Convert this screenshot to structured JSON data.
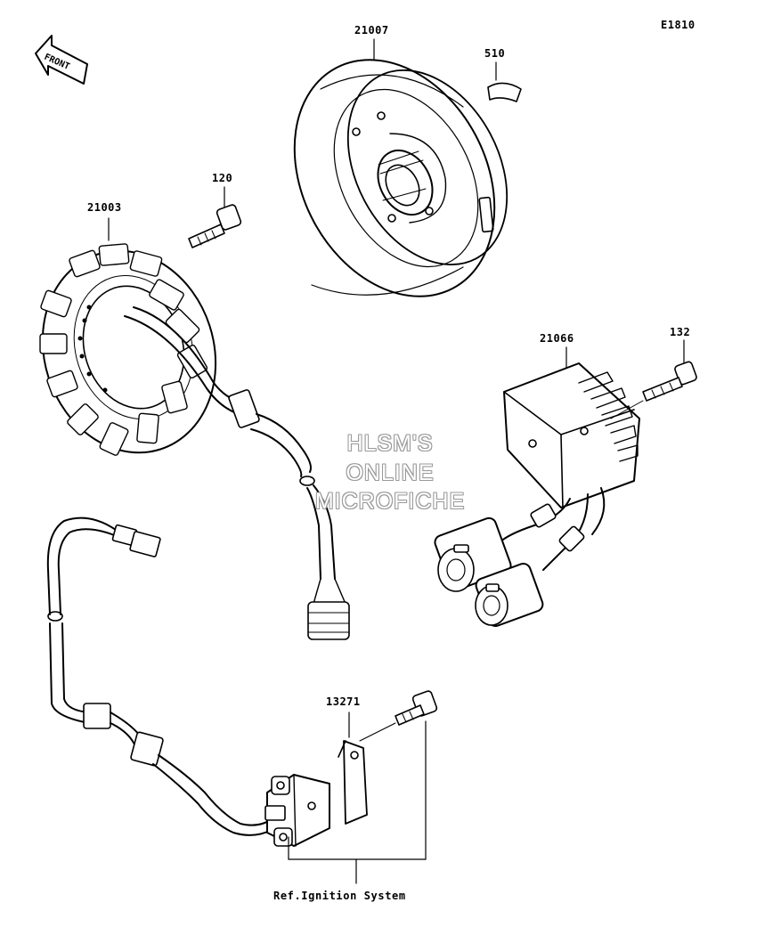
{
  "diagram": {
    "code": "E1810",
    "front_text": "FRONT",
    "parts": {
      "flywheel": "21007",
      "key": "510",
      "stator_bolt": "120",
      "stator": "21003",
      "regulator": "21066",
      "regulator_bolt": "132",
      "pickup_coil": "13271"
    },
    "reference": "Ref.Ignition System",
    "watermark": [
      "HLSM'S",
      "ONLINE",
      "MICROFICHE"
    ]
  }
}
